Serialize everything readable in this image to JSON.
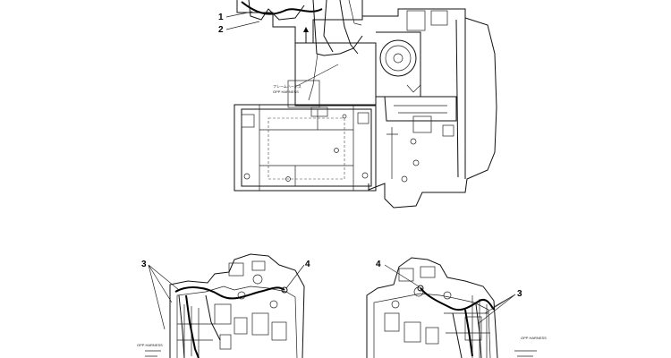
{
  "top_view": {
    "callouts": [
      "1",
      "2"
    ],
    "harness_label_jp": "フレームハーネス",
    "harness_label_en": "OPP HARNESS"
  },
  "left_detail": {
    "callouts": [
      "3",
      "4"
    ],
    "harness_label": "OPP HARNESS"
  },
  "right_detail": {
    "callouts": [
      "4",
      "3"
    ],
    "harness_label": "OPP HARNESS"
  }
}
